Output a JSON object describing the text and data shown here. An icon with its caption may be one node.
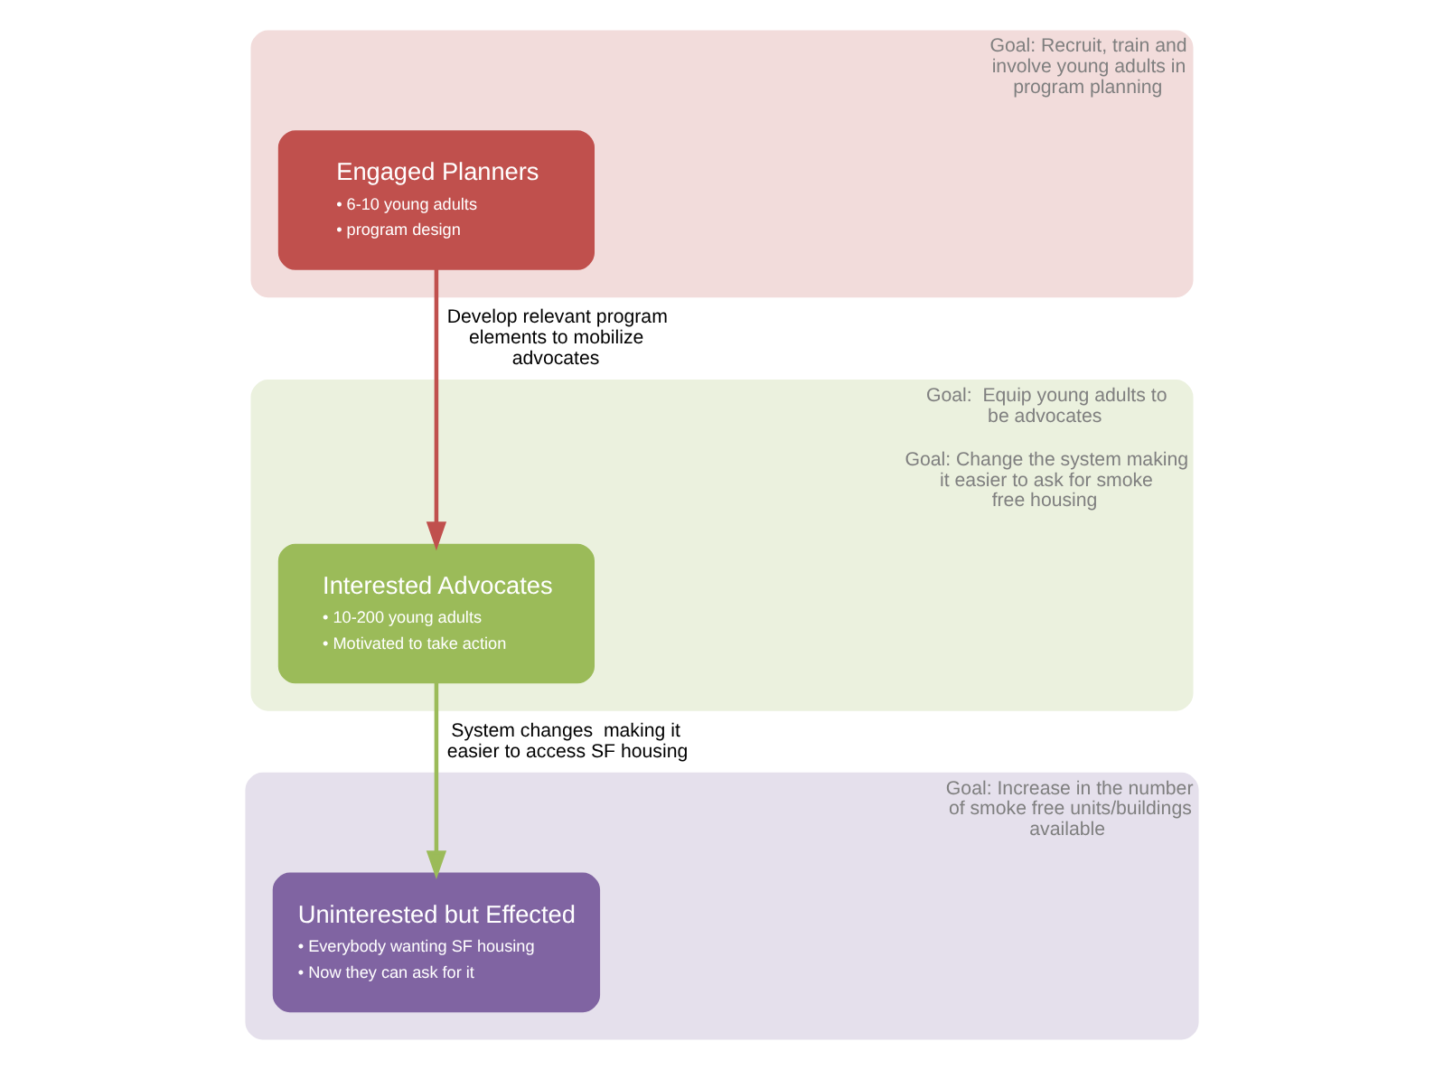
{
  "diagram": {
    "nodes": [
      {
        "text": [
          "Goal: Recruit, train and involve young adults in program planning"
        ]
      },
      {
        "text": [
          "Engaged Planners",
          "• 6-10 young adults",
          "• program design"
        ],
        "in": 0
      },
      {
        "text": [
          "Goal:  Equip young adults to be advocates",
          "Goal: Change the system making it easier to ask for smoke free housing"
        ]
      },
      {
        "text": [
          "Interested Advocates",
          "• 10-200 young adults",
          "• Motivated to take action"
        ],
        "in": 2
      },
      {
        "text": [
          "Goal: Increase in the number of smoke free units/buildings available"
        ]
      },
      {
        "text": [
          "Uninterested but Effected",
          "• Everybody wanting SF housing",
          "• Now they can ask for it"
        ],
        "in": 4
      }
    ],
    "edges": [
      {
        "from": 1,
        "to": 3,
        "arrow": "to",
        "label": "Develop relevant program elements to mobilize advocates",
        "color": "#c0504d"
      },
      {
        "from": 3,
        "to": 5,
        "arrow": "to",
        "label": "System changes  making it easier to access SF housing",
        "color": "#9bbb59"
      }
    ]
  }
}
